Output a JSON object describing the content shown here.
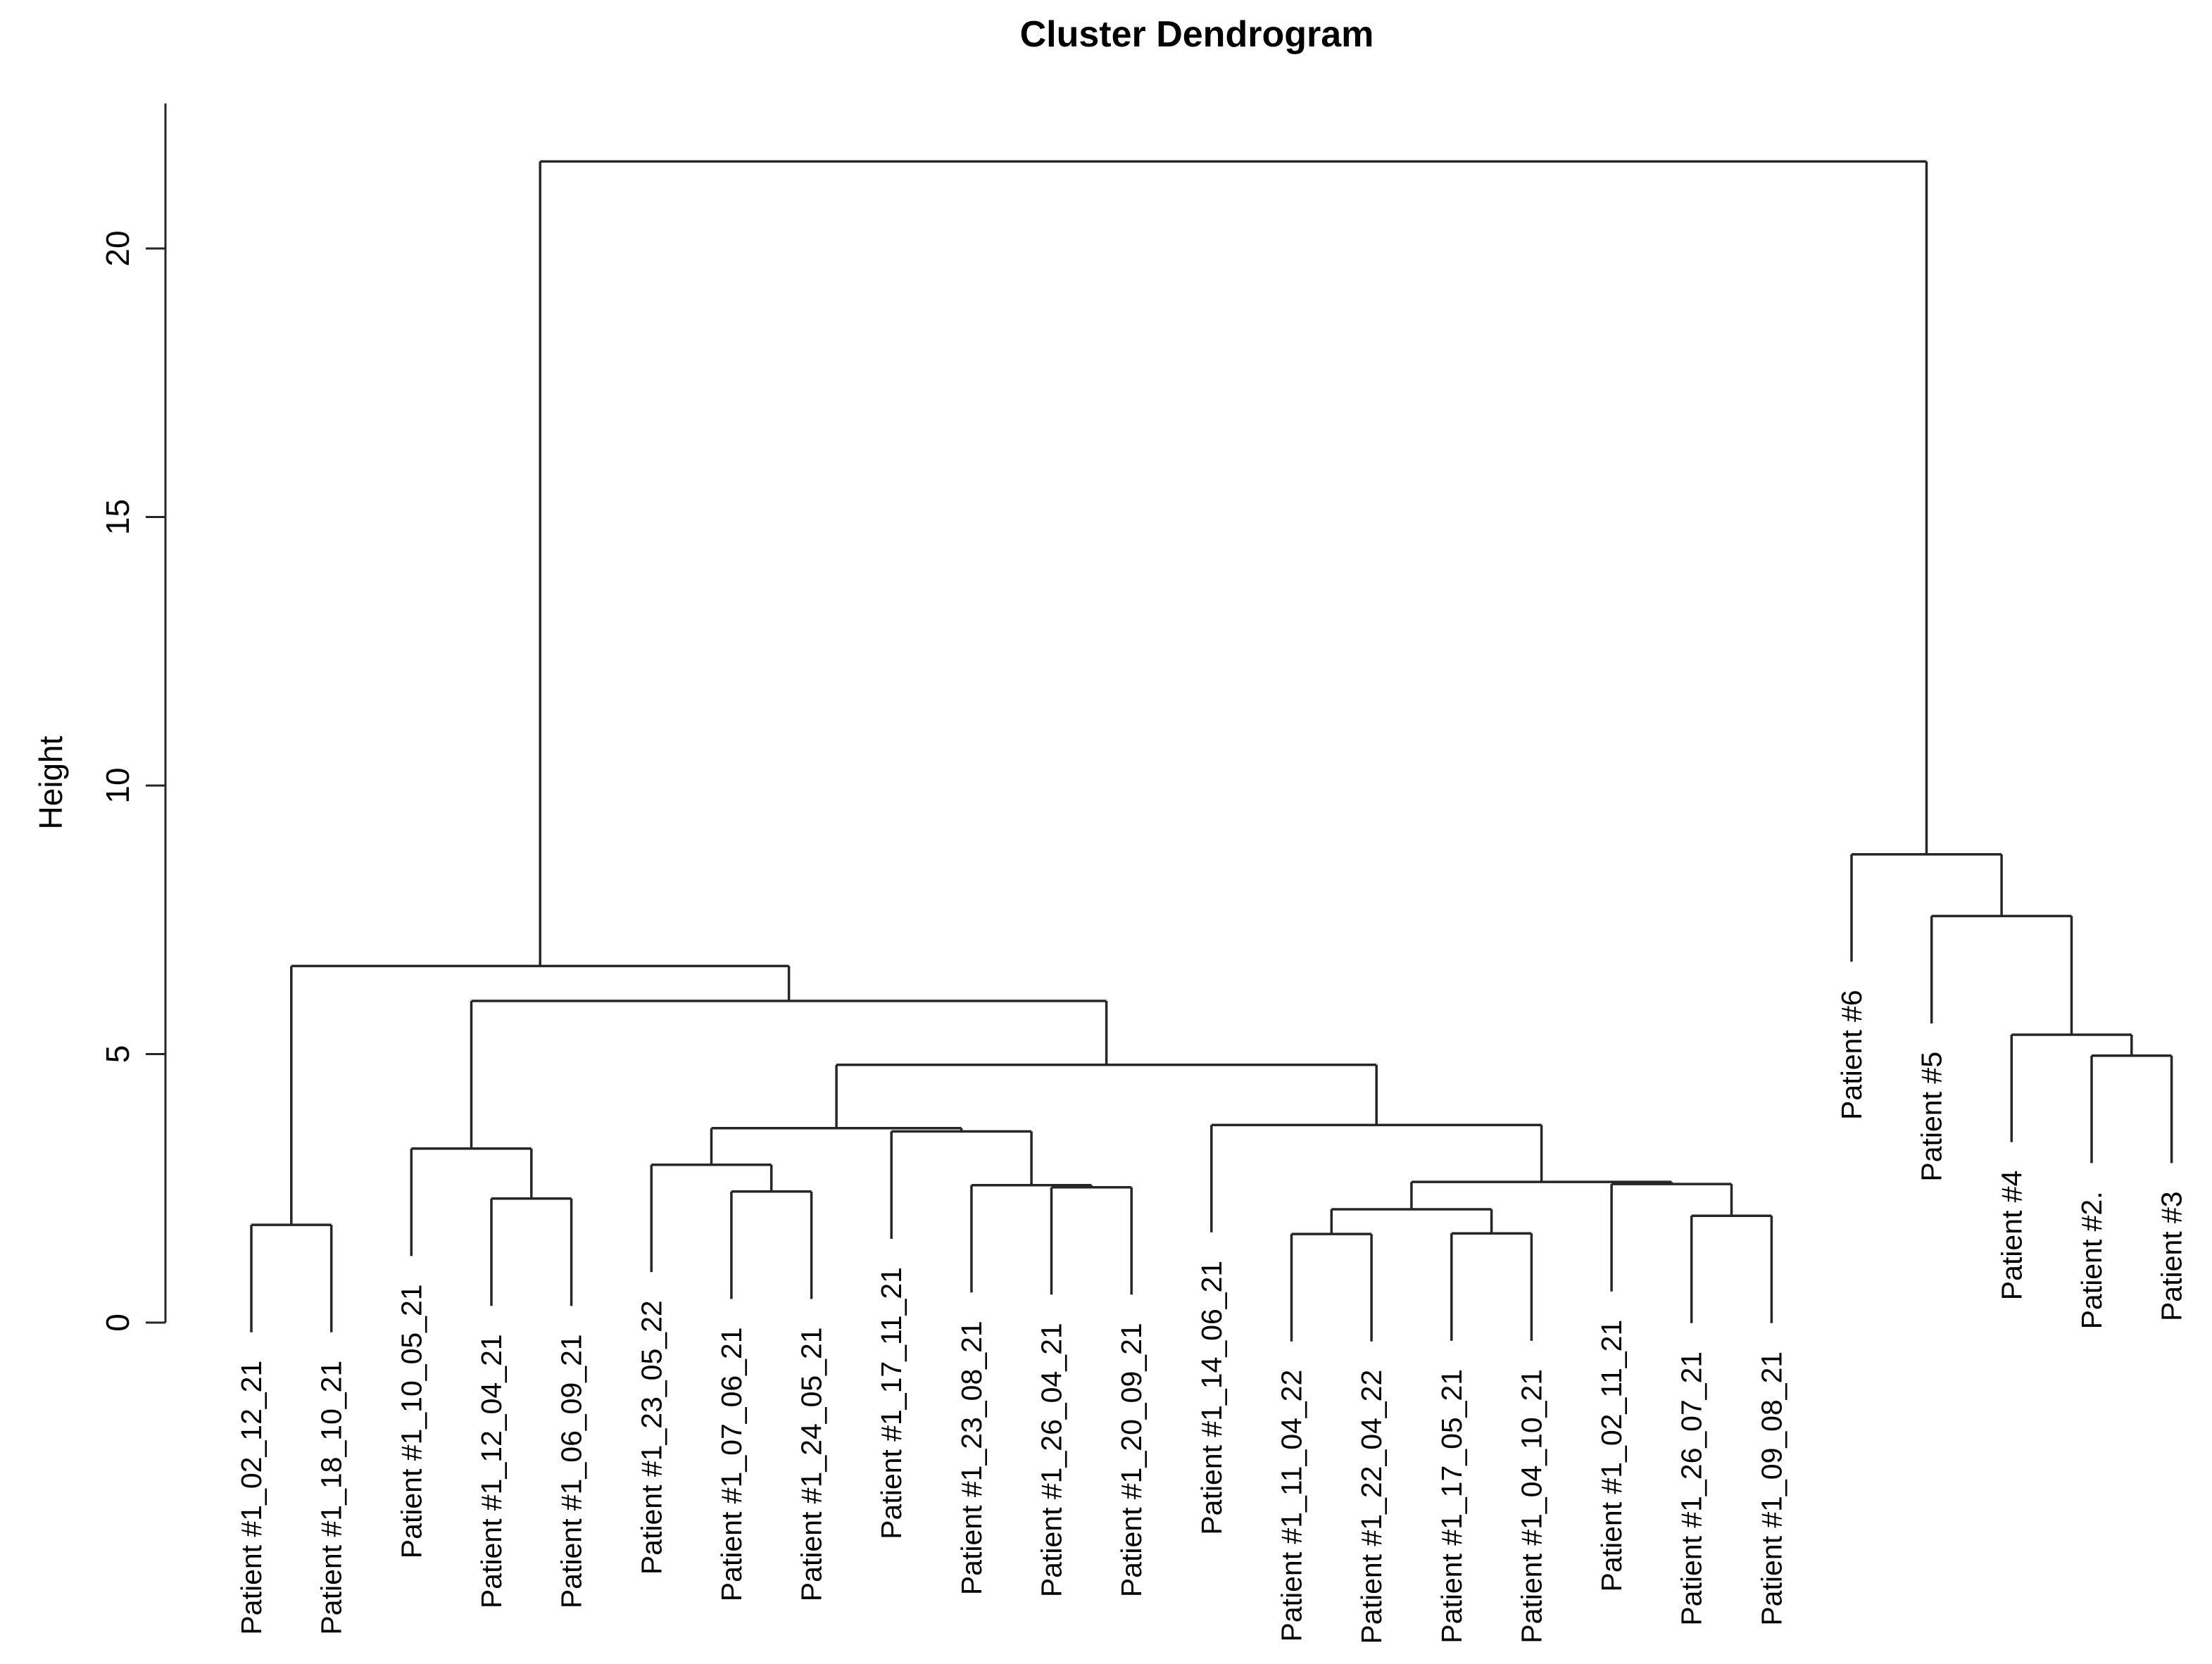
{
  "colors": {
    "background": "#ffffff",
    "line": "#262626",
    "text": "#000000"
  },
  "chart_data": {
    "type": "dendrogram",
    "title": "Cluster Dendrogram",
    "xlabel": "",
    "ylabel": "Height",
    "yticks": [
      0,
      5,
      10,
      15,
      20
    ],
    "ylim": [
      0,
      22.7
    ],
    "grid": false,
    "legend": false,
    "hang": 2.0,
    "leaves": [
      "Patient #1_02_12_21",
      "Patient #1_18_10_21",
      "Patient #1_10_05_21",
      "Patient #1_12_04_21",
      "Patient #1_06_09_21",
      "Patient #1_23_05_22",
      "Patient #1_07_06_21",
      "Patient #1_24_05_21",
      "Patient #1_17_11_21",
      "Patient #1_23_08_21",
      "Patient #1_26_04_21",
      "Patient #1_20_09_21",
      "Patient #1_14_06_21",
      "Patient #1_11_04_22",
      "Patient #1_22_04_22",
      "Patient #1_17_05_21",
      "Patient #1_04_10_21",
      "Patient #1_02_11_21",
      "Patient #1_26_07_21",
      "Patient #1_09_08_21",
      "Patient #6",
      "Patient #5",
      "Patient #4",
      "Patient #2.",
      "Patient #3"
    ],
    "tree": {
      "h": 21.62,
      "children": [
        {
          "h": 6.64,
          "children": [
            {
              "h": 1.82,
              "children": [
                {
                  "label": "Patient #1_02_12_21"
                },
                {
                  "label": "Patient #1_18_10_21"
                }
              ]
            },
            {
              "h": 5.99,
              "children": [
                {
                  "h": 3.24,
                  "children": [
                    {
                      "label": "Patient #1_10_05_21"
                    },
                    {
                      "h": 2.31,
                      "children": [
                        {
                          "label": "Patient #1_12_04_21"
                        },
                        {
                          "label": "Patient #1_06_09_21"
                        }
                      ]
                    }
                  ]
                },
                {
                  "h": 4.8,
                  "children": [
                    {
                      "h": 3.62,
                      "children": [
                        {
                          "h": 2.94,
                          "children": [
                            {
                              "label": "Patient #1_23_05_22"
                            },
                            {
                              "h": 2.44,
                              "children": [
                                {
                                  "label": "Patient #1_07_06_21"
                                },
                                {
                                  "label": "Patient #1_24_05_21"
                                }
                              ]
                            }
                          ]
                        },
                        {
                          "h": 3.56,
                          "children": [
                            {
                              "label": "Patient #1_17_11_21"
                            },
                            {
                              "h": 2.56,
                              "children": [
                                {
                                  "label": "Patient #1_23_08_21"
                                },
                                {
                                  "h": 2.52,
                                  "children": [
                                    {
                                      "label": "Patient #1_26_04_21"
                                    },
                                    {
                                      "label": "Patient #1_20_09_21"
                                    }
                                  ]
                                }
                              ]
                            }
                          ]
                        }
                      ]
                    },
                    {
                      "h": 3.68,
                      "children": [
                        {
                          "label": "Patient #1_14_06_21"
                        },
                        {
                          "h": 2.62,
                          "children": [
                            {
                              "h": 2.11,
                              "children": [
                                {
                                  "h": 1.65,
                                  "children": [
                                    {
                                      "label": "Patient #1_11_04_22"
                                    },
                                    {
                                      "label": "Patient #1_22_04_22"
                                    }
                                  ]
                                },
                                {
                                  "h": 1.66,
                                  "children": [
                                    {
                                      "label": "Patient #1_17_05_21"
                                    },
                                    {
                                      "label": "Patient #1_04_10_21"
                                    }
                                  ]
                                }
                              ]
                            },
                            {
                              "h": 2.58,
                              "children": [
                                {
                                  "label": "Patient #1_02_11_21"
                                },
                                {
                                  "h": 1.99,
                                  "children": [
                                    {
                                      "label": "Patient #1_26_07_21"
                                    },
                                    {
                                      "label": "Patient #1_09_08_21"
                                    }
                                  ]
                                }
                              ]
                            }
                          ]
                        }
                      ]
                    }
                  ]
                }
              ]
            }
          ]
        },
        {
          "h": 8.72,
          "children": [
            {
              "label": "Patient #6"
            },
            {
              "h": 7.57,
              "children": [
                {
                  "label": "Patient #5"
                },
                {
                  "h": 5.36,
                  "children": [
                    {
                      "label": "Patient #4"
                    },
                    {
                      "h": 4.97,
                      "children": [
                        {
                          "label": "Patient #2."
                        },
                        {
                          "label": "Patient #3"
                        }
                      ]
                    }
                  ]
                }
              ]
            }
          ]
        }
      ]
    }
  }
}
